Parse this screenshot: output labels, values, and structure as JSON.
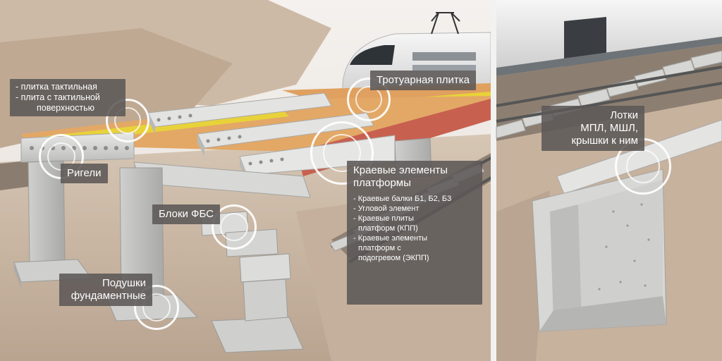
{
  "labels": {
    "tactile": [
      "- плитка тактильная",
      "- плита с тактильной",
      "поверхностью"
    ],
    "paving": "Тротуарная плитка",
    "crossbars": "Ригели",
    "edge_title": [
      "Краевые элементы",
      "платформы"
    ],
    "edge_items": [
      "- Краевые балки Б1, Б2, Б3",
      "- Угловой элемент",
      "- Краевые плиты",
      "платформ (КПП)",
      "- Краевые элементы",
      "платформ с",
      "подогревом (ЭКПП)"
    ],
    "fbs": "Блоки ФБС",
    "pads": [
      "Подушки",
      "фундаментные"
    ],
    "trays": [
      "Лотки",
      "МПЛ, МШЛ,",
      "крышки к ним"
    ]
  },
  "colors": {
    "label_bg": "#5c5856",
    "label_text": "#ffffff",
    "concrete": "#d9d9d7",
    "paving_orange": "#e0a060",
    "tactile_yellow": "#e8d23a",
    "edge_red": "#c8604f",
    "ground": "#c9b8a6"
  }
}
